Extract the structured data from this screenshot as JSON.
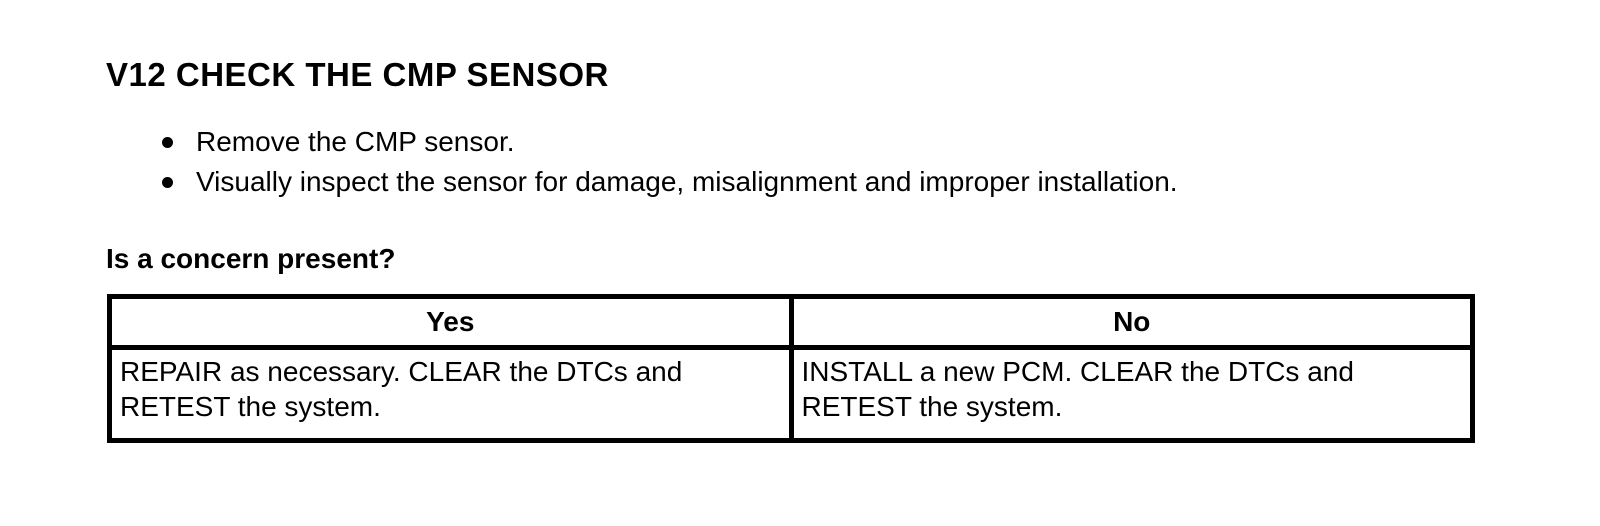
{
  "page": {
    "title": "V12 CHECK THE CMP SENSOR",
    "question": "Is a concern present?"
  },
  "bullets": [
    {
      "text": "Remove the CMP sensor."
    },
    {
      "text": "Visually inspect the sensor for damage, misalignment and improper installation."
    }
  ],
  "table": {
    "headers": [
      {
        "label": "Yes"
      },
      {
        "label": "No"
      }
    ],
    "cells": [
      {
        "line1": "REPAIR as necessary. CLEAR the DTCs and",
        "line2": "RETEST the system."
      },
      {
        "line1": "INSTALL a new PCM. CLEAR the DTCs and",
        "line2": "RETEST the system."
      }
    ]
  },
  "colors": {
    "text": "#000000",
    "background": "#ffffff",
    "table_border": "#000000"
  }
}
